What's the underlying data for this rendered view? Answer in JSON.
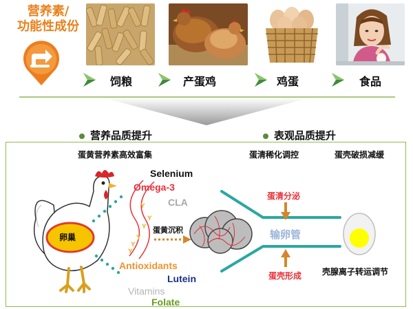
{
  "header": {
    "title_line1": "营养素/",
    "title_line2": "功能性成份"
  },
  "chain": [
    {
      "label": "饲粮"
    },
    {
      "label": "产蛋鸡"
    },
    {
      "label": "鸡蛋"
    },
    {
      "label": "食品"
    }
  ],
  "sections": {
    "nutrition": "营养品质提升",
    "appearance": "表观品质提升"
  },
  "nutrition": {
    "subtitle": "蛋黄营养素高效富集",
    "ovary_label": "卵巢",
    "deposition_label": "蛋黄沉积",
    "nutrients": [
      {
        "name": "Selenium",
        "color": "#111111"
      },
      {
        "name": "Omega-3",
        "color": "#e8313a"
      },
      {
        "name": "CLA",
        "color": "#a8a8a8"
      },
      {
        "name": "Antioxidants",
        "color": "#f0922c"
      },
      {
        "name": "Lutein",
        "color": "#1a2f8c"
      },
      {
        "name": "Vitamins",
        "color": "#b5b5b5"
      },
      {
        "name": "Folate",
        "color": "#6a9a22"
      }
    ]
  },
  "appearance": {
    "albumen_title": "蛋清稀化调控",
    "shell_title": "蛋壳破损减缓",
    "albumen_secretion": "蛋清分泌",
    "oviduct": "输卵管",
    "shell_formation": "蛋壳形成",
    "ion_transport": "壳腺离子转运调节"
  },
  "colors": {
    "accent_orange": "#e8811c",
    "green_line": "#a9c877",
    "teal": "#2aa8a0"
  }
}
